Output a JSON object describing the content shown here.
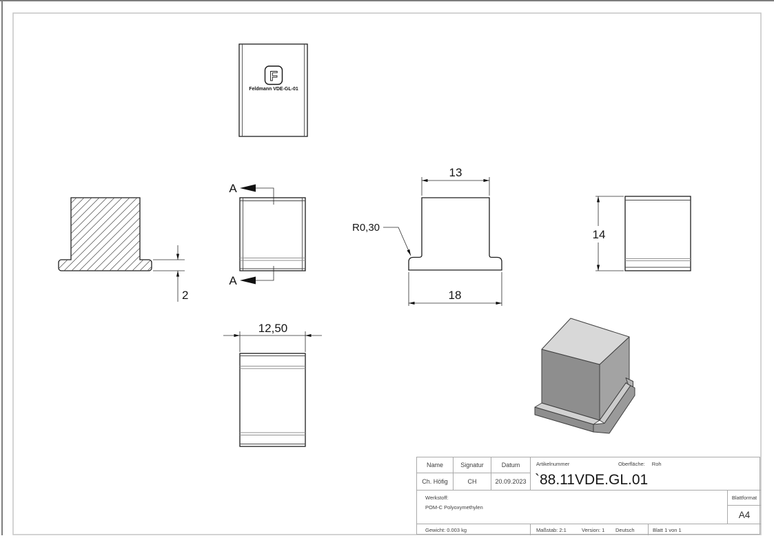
{
  "drawing": {
    "brand": "Feldmann VDE-GL-01",
    "logo_letter": "F",
    "section_label_top": "A",
    "section_label_bottom": "A",
    "dims": {
      "top_width": "13",
      "flange_width": "18",
      "fillet": "R0,30",
      "height": "14",
      "depth": "12,50",
      "flange_thickness": "2"
    },
    "colors": {
      "iso_top": "#d8d8d8",
      "iso_front": "#8e8e8e",
      "iso_right": "#a3a3a3",
      "frame": "#c8c8c8"
    }
  },
  "title_block": {
    "headers": {
      "name": "Name",
      "signatur": "Signatur",
      "datum": "Datum"
    },
    "values": {
      "name": "Ch. Höfig",
      "signatur": "CH",
      "datum": "20.09.2023"
    },
    "artikelnummer_label": "Artikelnummer",
    "artikelnummer": "`88.11VDE.GL.01",
    "oberflaeche_label": "Oberfläche:",
    "oberflaeche_value": "Roh",
    "werkstoff_label": "Werkstoff:",
    "werkstoff_value": "POM-C Polyoxymethylen",
    "blattformat_label": "Blattformat",
    "blattformat_value": "A4",
    "gewicht": "Gewicht: 0.003 kg",
    "massstab": "Maßstab: 2:1",
    "version": "Version: 1",
    "sprache": "Deutsch",
    "blatt": "Blatt 1 von 1"
  }
}
